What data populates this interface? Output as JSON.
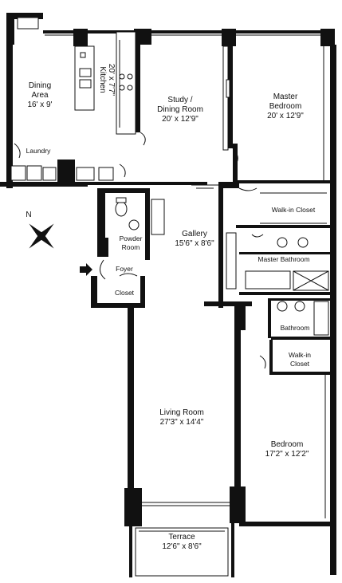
{
  "rooms": {
    "dining": {
      "name_line1": "Dining",
      "name_line2": "Area",
      "dims": "16' x 9'"
    },
    "kitchen": {
      "name": "Kitchen",
      "dims": "20' x 7'7\""
    },
    "laundry": {
      "name": "Laundry"
    },
    "study": {
      "name_line1": "Study /",
      "name_line2": "Dining Room",
      "dims": "20' x 12'9\""
    },
    "master_bedroom": {
      "name_line1": "Master",
      "name_line2": "Bedroom",
      "dims": "20' x 12'9\""
    },
    "walkin_closet_master": {
      "name": "Walk-in Closet"
    },
    "master_bathroom": {
      "name": "Master Bathroom"
    },
    "powder_room": {
      "name_line1": "Powder",
      "name_line2": "Room"
    },
    "gallery": {
      "name": "Gallery",
      "dims": "15'6\" x 8'6\""
    },
    "foyer": {
      "name": "Foyer"
    },
    "foyer_closet": {
      "name": "Closet"
    },
    "bathroom": {
      "name": "Bathroom"
    },
    "walkin_closet_bed": {
      "name_line1": "Walk-in",
      "name_line2": "Closet"
    },
    "living_room": {
      "name": "Living Room",
      "dims": "27'3\" x 14'4\""
    },
    "bedroom": {
      "name": "Bedroom",
      "dims": "17'2\" x 12'2\""
    },
    "terrace": {
      "name": "Terrace",
      "dims": "12'6\" x 8'6\""
    }
  },
  "compass": {
    "north_label": "N"
  }
}
